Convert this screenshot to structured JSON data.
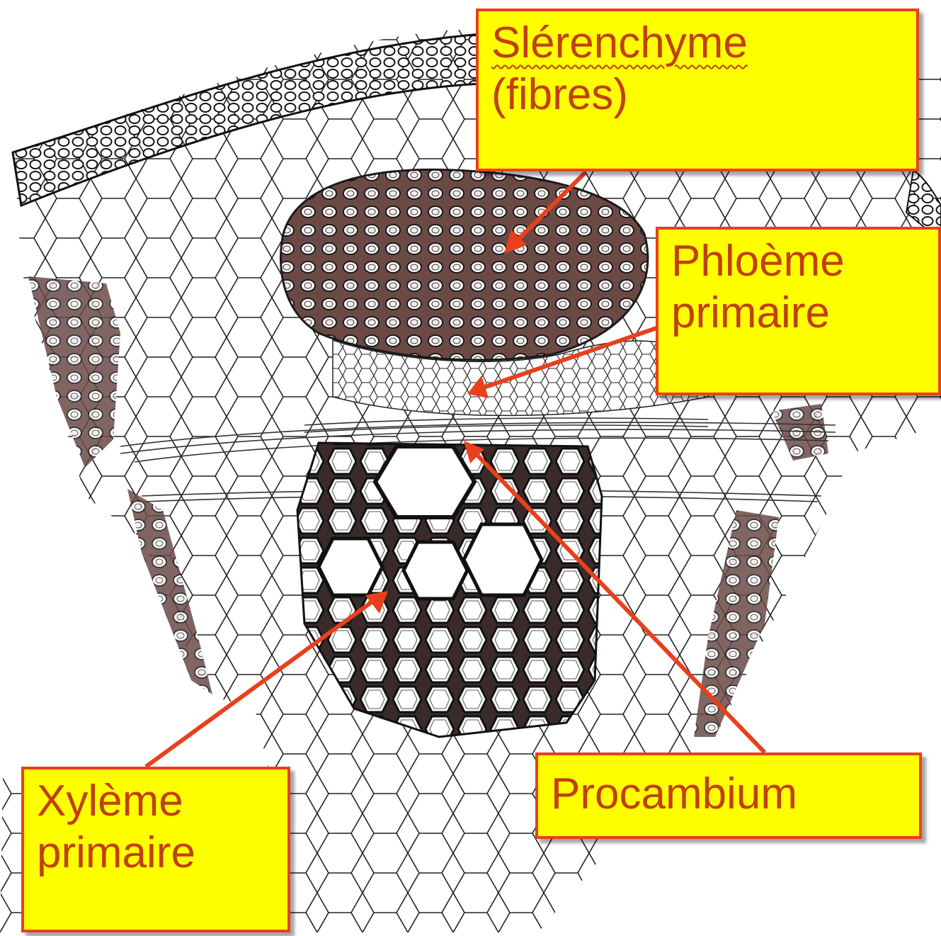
{
  "labels": {
    "sclerenchyme": {
      "line1": "Slérenchyme",
      "line2": "(fibres)"
    },
    "phloeme": {
      "line1": "Phloème",
      "line2": "primaire"
    },
    "procambium": {
      "line1": "Procambium"
    },
    "xyleme": {
      "line1": "Xylème",
      "line2": "primaire"
    }
  },
  "colors": {
    "label_fill": "#ffff00",
    "label_border": "#e8401c",
    "label_text": "#c0400a",
    "arrow": "#e8401c",
    "cell_wall": "#1a1a1a",
    "background": "#ffffff"
  }
}
